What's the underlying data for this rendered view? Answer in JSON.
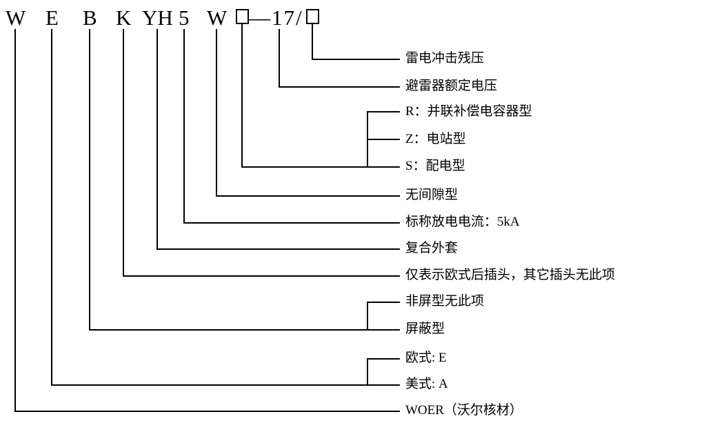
{
  "code": {
    "char_1": "W",
    "char_2": "E",
    "char_3": "B",
    "char_4": "K",
    "char_5": "YH",
    "char_6": "5",
    "char_7": "W",
    "char_9": "—17/"
  },
  "icons": {
    "placeholder_box": "□"
  },
  "labels": {
    "lightning_impulse_residual_voltage": "雷电冲击残压",
    "arrester_rated_voltage": "避雷器额定电压",
    "type_r": "R：并联补偿电容器型",
    "type_z": "Z：电站型",
    "type_s": "S：配电型",
    "gapless_type": "无间隙型",
    "nominal_discharge_current": "标称放电电流：5kA",
    "composite_housing": "复合外套",
    "euro_rear_plug_note": "仅表示欧式后插头，其它插头无此项",
    "non_shielded_note": "非屏型无此项",
    "shielded_type": "屏蔽型",
    "euro_style": "欧式: E",
    "american_style": "美式: A",
    "brand": "WOER（沃尔核材）"
  }
}
